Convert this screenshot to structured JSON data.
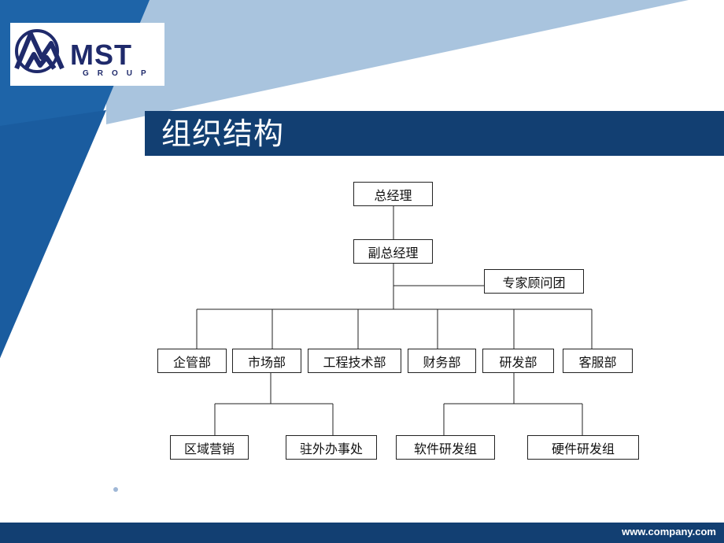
{
  "brand": {
    "logo_main": "MST",
    "logo_sub": "GROUP",
    "colors": {
      "navy": "#123f72",
      "blue": "#1e64a8",
      "light_blue": "#a9c4de"
    }
  },
  "slide": {
    "title": "组织结构"
  },
  "org_chart": {
    "nodes": {
      "ceo": "总经理",
      "vp": "副总经理",
      "advisory": "专家顾问团",
      "dept_mgmt": "企管部",
      "dept_market": "市场部",
      "dept_engineering": "工程技术部",
      "dept_finance": "财务部",
      "dept_rd": "研发部",
      "dept_service": "客服部",
      "market_regional": "区域营销",
      "market_offices": "驻外办事处",
      "rd_software": "软件研发组",
      "rd_hardware": "硬件研发组"
    }
  },
  "footer": {
    "url": "www.company.com"
  }
}
